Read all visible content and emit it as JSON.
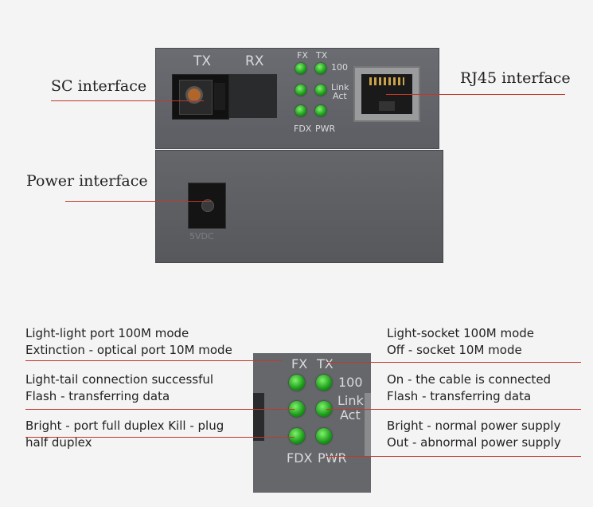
{
  "device": {
    "tx": "TX",
    "rx": "RX",
    "led_labels": {
      "fx": "FX",
      "tx": "TX",
      "s100": "100",
      "link": "Link",
      "act": "Act",
      "fdx": "FDX",
      "pwr": "PWR"
    },
    "power_mark": "5VDC"
  },
  "callouts": {
    "sc": "SC interface",
    "rj45": "RJ45 interface",
    "power": "Power interface"
  },
  "legend": {
    "left": [
      {
        "line1": "Light-light port 100M mode",
        "line2": "Extinction - optical port 10M mode"
      },
      {
        "line1": "Light-tail connection successful",
        "line2": "Flash - transferring data"
      },
      {
        "line1": "Bright - port full duplex  Kill - plug",
        "line2": "half duplex"
      }
    ],
    "right": [
      {
        "line1": "Light-socket 100M mode",
        "line2": "Off - socket 10M mode"
      },
      {
        "line1": "On - the cable is connected",
        "line2": "Flash - transferring data"
      },
      {
        "line1": "Bright - normal power supply",
        "line2": "Out - abnormal power supply"
      }
    ]
  },
  "colors": {
    "led_green": "#2fbf2b",
    "callout_line": "#c0392b",
    "device_gray": "#5f6166"
  }
}
